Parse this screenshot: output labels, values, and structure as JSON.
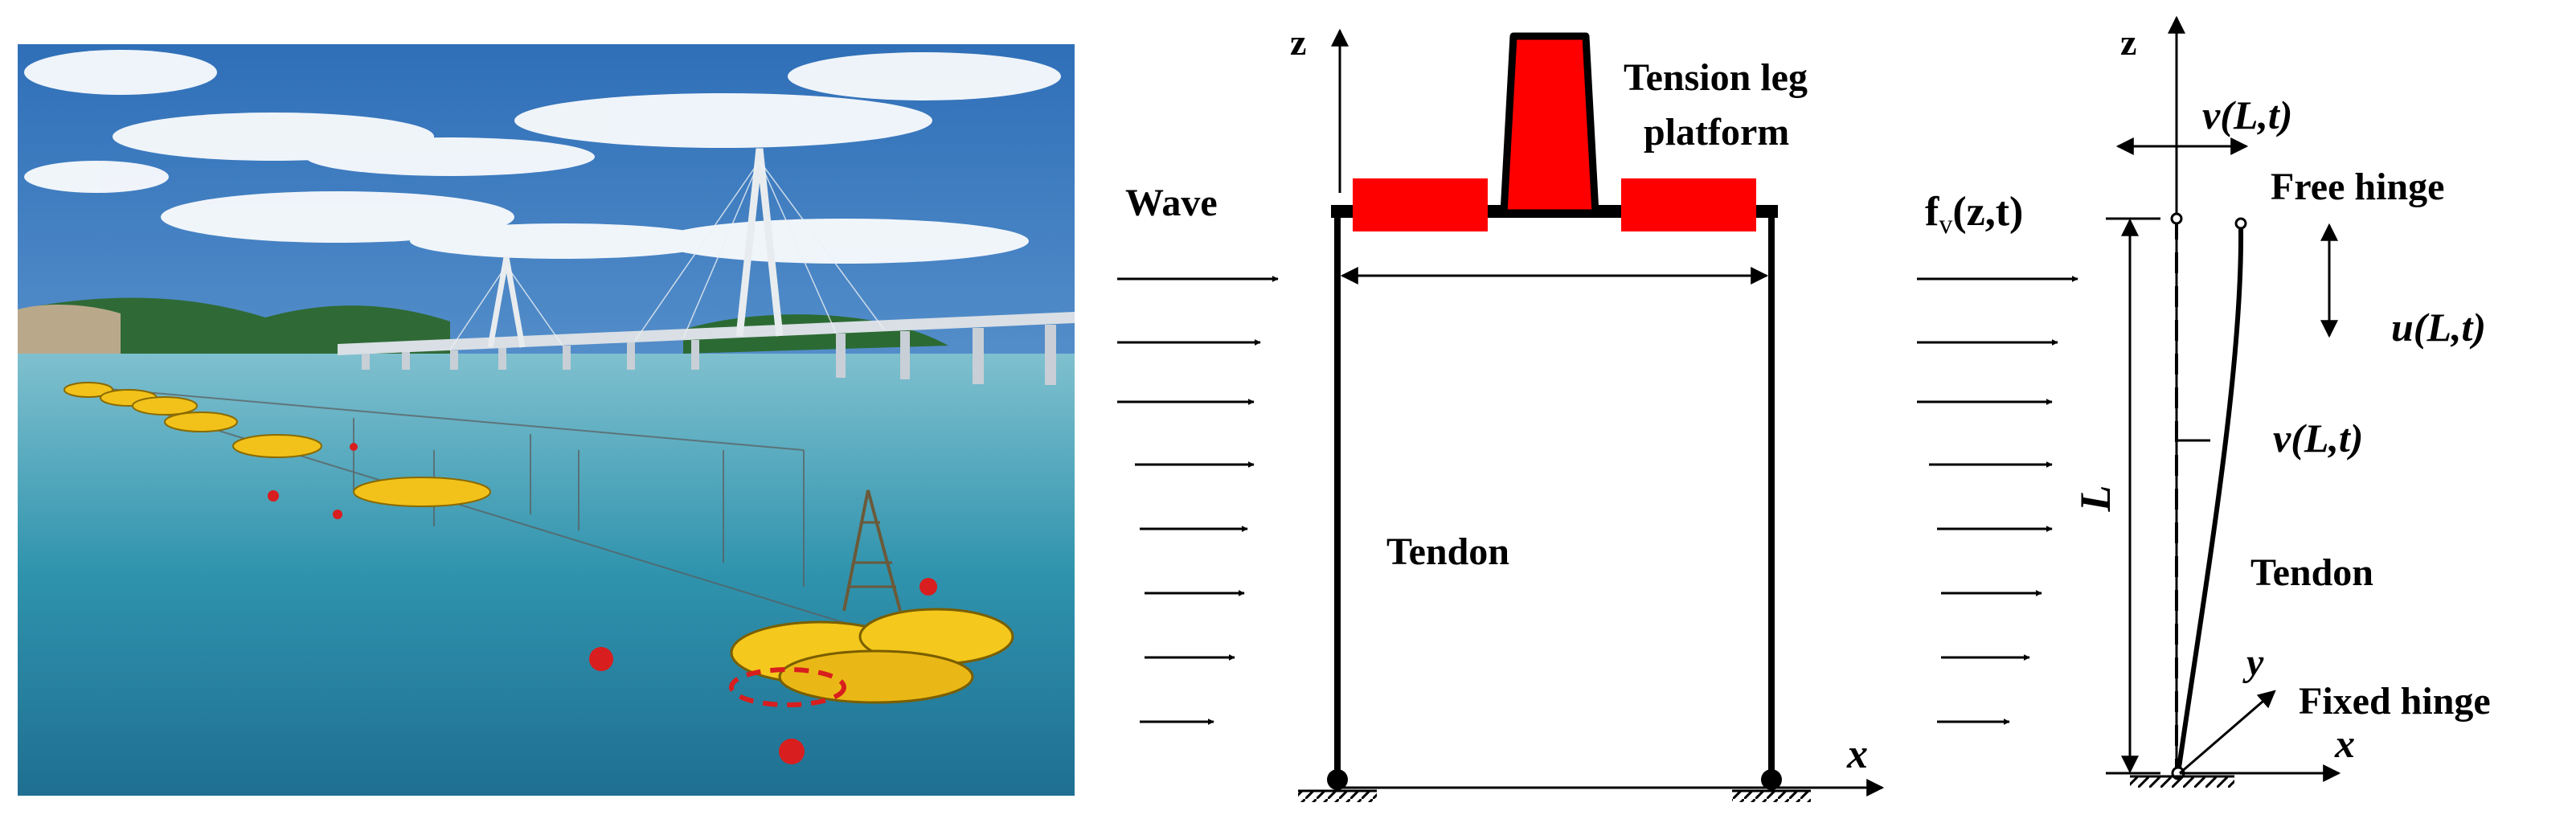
{
  "photo": {
    "colors": {
      "sky": "#3f7fc4",
      "sea": "#2f8fa6",
      "buoy": "#f2c21a",
      "marker": "#d81e1e"
    }
  },
  "platform_diagram": {
    "axis_z": "z",
    "axis_x": "x",
    "wave_label": "Wave",
    "platform_label_line1": "Tension leg",
    "platform_label_line2": "platform",
    "tendon_label": "Tendon",
    "platform_color": "#ff0000"
  },
  "tendon_diagram": {
    "axis_z": "z",
    "axis_x": "x",
    "axis_y": "y",
    "load_f": "f",
    "load_sub": "v",
    "load_args": "(z,t)",
    "top_displacement": "v(L,t)",
    "free_hinge_label": "Free hinge",
    "axial_displacement": "u(L,t)",
    "mid_displacement": "v(L,t)",
    "length_label": "L",
    "tendon_label": "Tendon",
    "fixed_hinge_label": "Fixed hinge"
  }
}
